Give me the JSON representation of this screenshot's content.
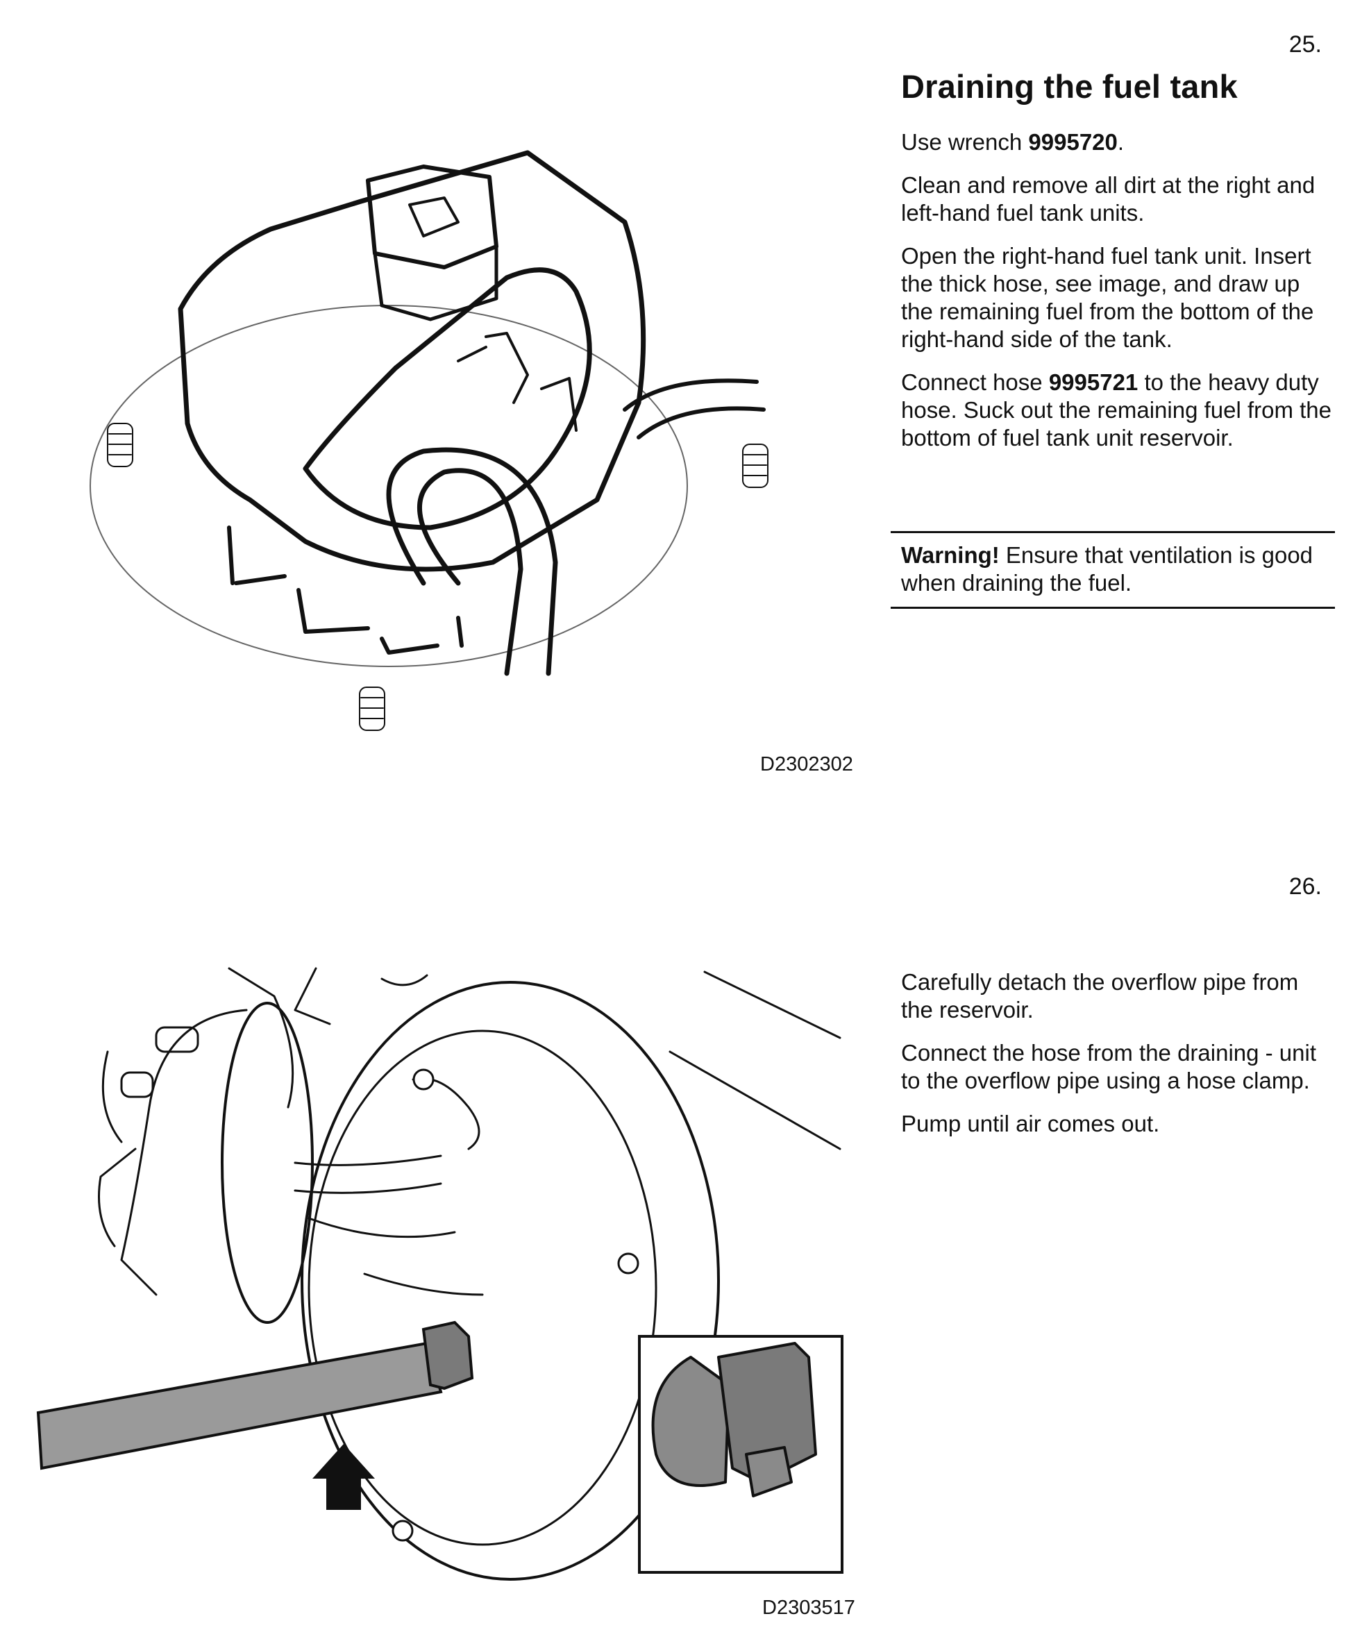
{
  "step25": {
    "number": "25.",
    "title": "Draining the fuel tank",
    "p1": {
      "pre": "Use wrench ",
      "code": "9995720",
      "post": "."
    },
    "p2": "Clean and remove all dirt at the right and left-hand fuel tank units.",
    "p3": "Open the right-hand fuel tank unit. Insert the thick hose, see image, and draw up the remaining fuel from the bottom of the right-hand side of the tank.",
    "p4": {
      "pre": "Connect hose ",
      "code": "9995721",
      "post": " to the heavy duty hose. Suck out the remaining fuel from the bottom of fuel tank unit reservoir."
    },
    "warning": {
      "label": "Warning!",
      "text": " Ensure that ventilation is good when draining the fuel."
    },
    "figure_id": "D2302302"
  },
  "step26": {
    "number": "26.",
    "p1": "Carefully detach the overflow pipe from the reservoir.",
    "p2": "Connect the hose from the draining - unit to the overflow pipe using a hose clamp.",
    "p3": "Pump until air comes out.",
    "figure_id": "D2303517"
  }
}
